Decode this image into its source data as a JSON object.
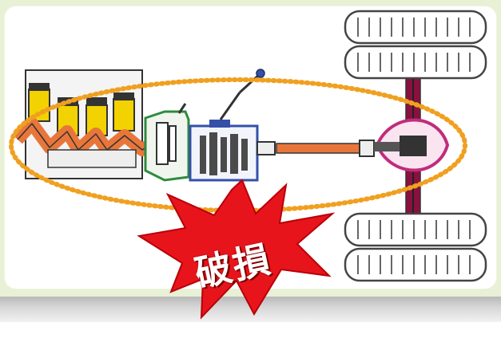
{
  "burst": {
    "label": "破損",
    "color": "#e8141c"
  },
  "highlight": {
    "color": "#f0a020",
    "style": "dotted-ellipse"
  },
  "colors": {
    "panel_background": "#e8f0d6",
    "crankshaft": "#e8763a",
    "pistons": "#f2d200",
    "clutch_housing": "#2e8b3e",
    "gearbox_housing": "#3450a8",
    "driveshaft": "#e8763a",
    "differential": "#c02c7c",
    "axle": "#8a1040",
    "tires": "#555555"
  },
  "components": [
    {
      "name": "engine"
    },
    {
      "name": "clutch"
    },
    {
      "name": "gearbox"
    },
    {
      "name": "gear-lever"
    },
    {
      "name": "driveshaft"
    },
    {
      "name": "rear-differential"
    },
    {
      "name": "rear-axle"
    },
    {
      "name": "rear-wheels"
    }
  ]
}
